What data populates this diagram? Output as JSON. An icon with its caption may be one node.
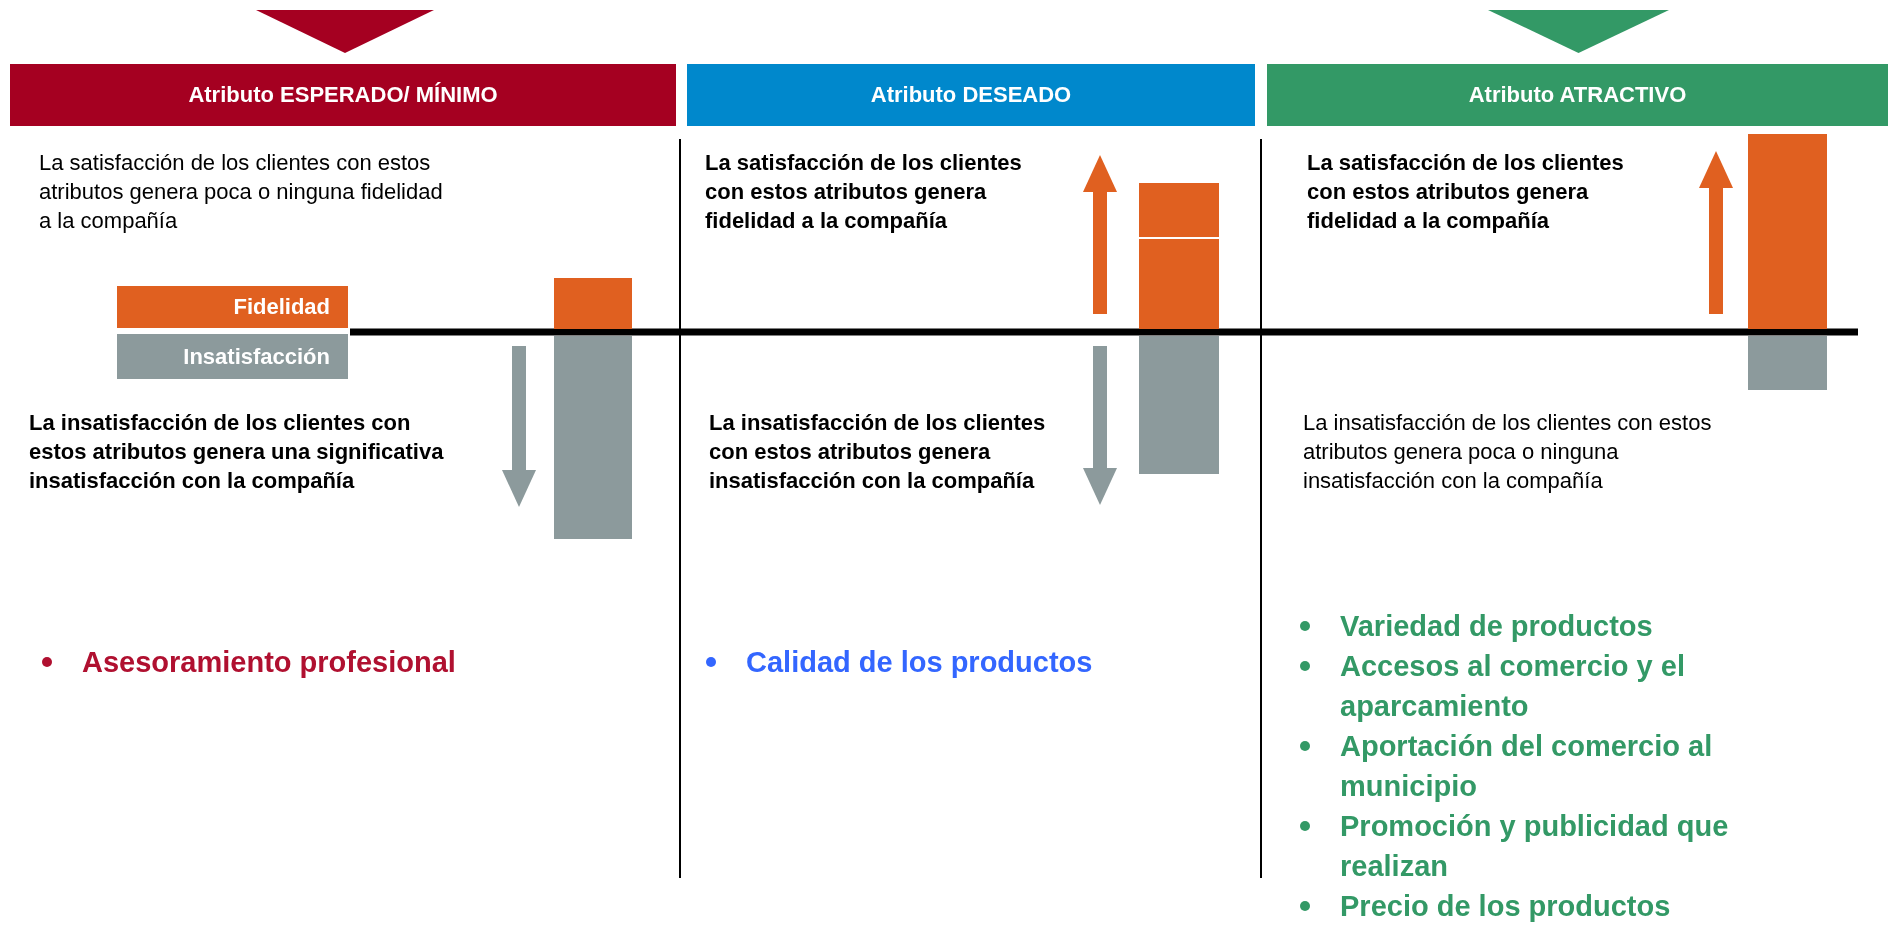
{
  "diagram": {
    "nodes": [
      {
        "text": [],
        "shape": "triangle"
      },
      {
        "text": [],
        "shape": "triangle"
      },
      {
        "text": [
          "Atributo ESPERADO/ MÍNIMO"
        ]
      },
      {
        "text": [
          "Atributo DESEADO"
        ]
      },
      {
        "text": [
          "Atributo ATRACTIVO"
        ]
      }
    ],
    "labels": [
      "La satisfacción de los clientes con estos atributos genera poca o ninguna fidelidad a la compañía",
      "La insatisfacción de los clientes con estos atributos genera una significativa insatisfacción con la compañía",
      "Asesoramiento profesional",
      "La satisfacción de los clientes con estos atributos genera fidelidad a la compañía",
      "La insatisfacción de los clientes con estos atributos genera insatisfacción con la compañía",
      "Calidad de los productos",
      "La satisfacción de los clientes con estos atributos genera fidelidad a la compañía",
      "La insatisfacción de los clientes con estos atributos genera poca o ninguna insatisfacción con la compañía",
      "Variedad de productos",
      "Accesos al comercio y el aparcamiento",
      "Aportación del comercio al municipio",
      "Promoción y publicidad que realizan",
      "Precio de los productos"
    ],
    "legend": [
      {
        "text": "Fidelidad",
        "color": "#e06020"
      },
      {
        "text": "Insatisfacción",
        "color": "#8c9a9c"
      }
    ]
  }
}
